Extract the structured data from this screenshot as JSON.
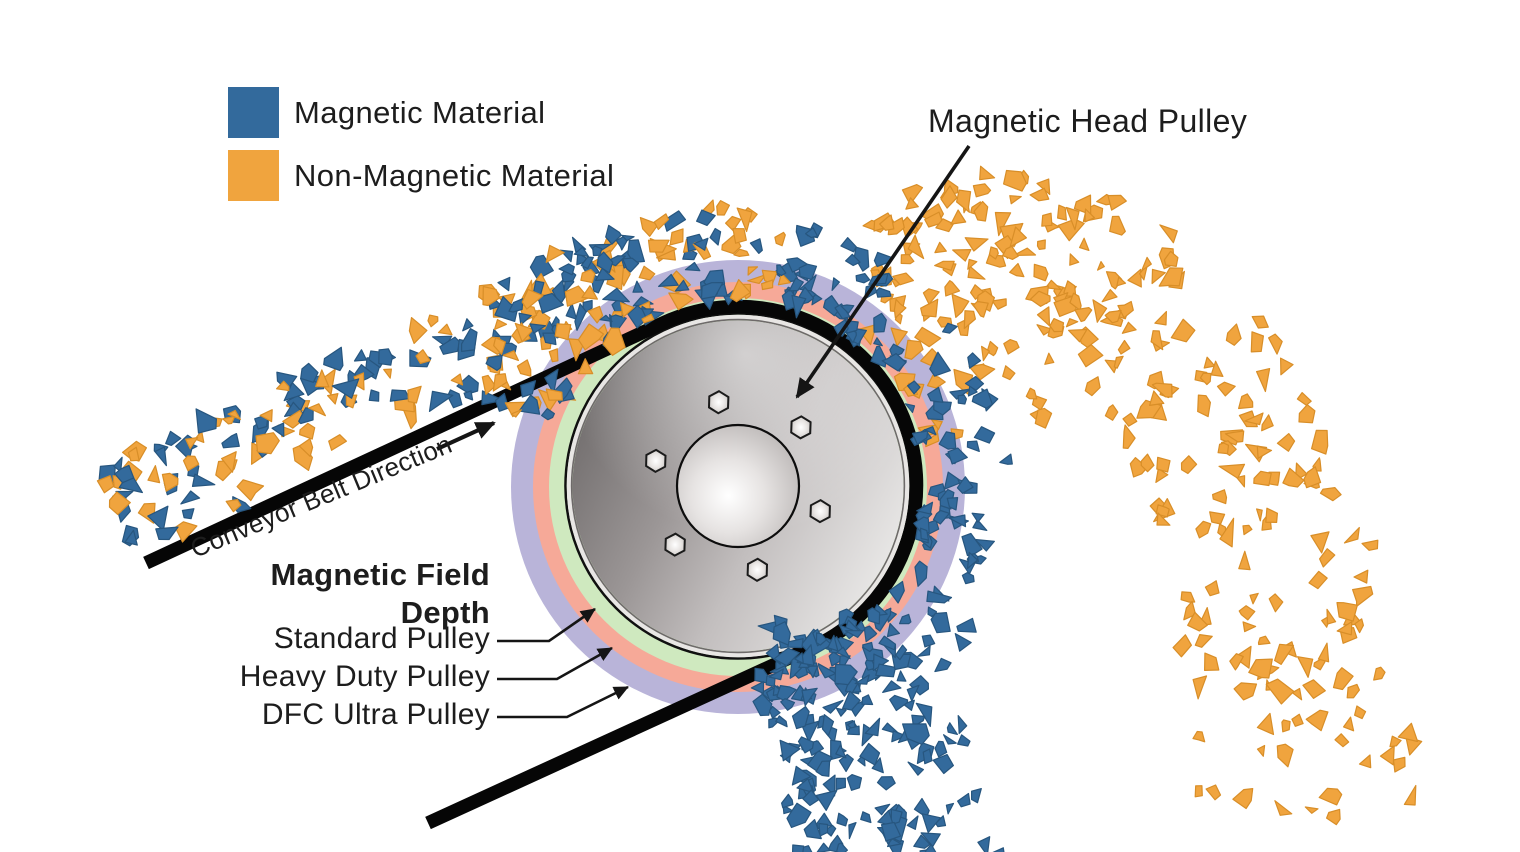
{
  "legend": {
    "items": [
      {
        "label": "Magnetic Material",
        "color_key": "magnetic_material"
      },
      {
        "label": "Non-Magnetic Material",
        "color_key": "non_magnetic_material"
      }
    ]
  },
  "labels": {
    "head_pulley": "Magnetic Head Pulley",
    "belt_direction": "Conveyor Belt Direction",
    "field_depth": {
      "line1": "Magnetic Field",
      "line2": "Depth"
    },
    "rings": [
      {
        "label": "Standard Pulley",
        "ring": "standard"
      },
      {
        "label": "Heavy Duty Pulley",
        "ring": "heavy_duty"
      },
      {
        "label": "DFC Ultra Pulley",
        "ring": "dfc_ultra"
      }
    ]
  },
  "colors": {
    "magnetic_material": "#336a9c",
    "magnetic_material_edge": "#27567f",
    "non_magnetic_material": "#f0a43e",
    "non_magnetic_material_edge": "#d88e28",
    "standard_ring": "#cfe9bf",
    "heavy_duty_ring": "#f6a998",
    "dfc_ultra_ring": "#b9b4d9",
    "belt": "#060606",
    "text": "#1d1d1d"
  }
}
